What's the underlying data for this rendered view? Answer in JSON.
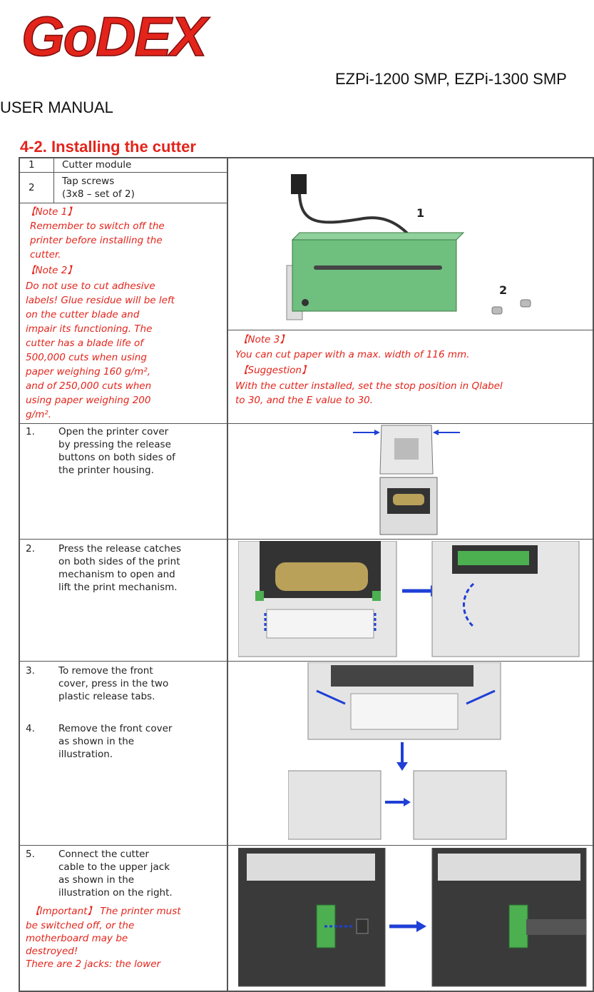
{
  "header": {
    "brand": "GoDEX",
    "model": "EZPi-1200 SMP, EZPi-1300 SMP",
    "doc_type": "USER MANUAL"
  },
  "section": {
    "title": "4-2. Installing the cutter"
  },
  "parts": [
    {
      "num": "1",
      "label": "Cutter module"
    },
    {
      "num": "2",
      "label": "Tap screws",
      "label2": "(3x8 – set of 2)"
    }
  ],
  "notes": {
    "note1_head": "【Note 1】",
    "note1_lines": [
      "Remember to switch off the",
      "printer before installing the",
      "cutter."
    ],
    "note2_head": "【Note 2】",
    "note2_lines": [
      "Do not use to cut adhesive",
      "labels! Glue residue will be left",
      "on the cutter blade and",
      "impair its functioning. The",
      "cutter has a blade life of",
      "500,000 cuts when using",
      "paper weighing 160 g/m²,",
      "and of 250,000 cuts when",
      "using paper weighing 200",
      "g/m²."
    ],
    "note3_head": "【Note 3】",
    "note3_text": "You can cut paper with a max. width of 116 mm.",
    "suggestion_head": "【Suggestion】",
    "suggestion_lines": [
      "With the cutter installed, set the stop position in Qlabel",
      "to 30, and the E value to 30."
    ]
  },
  "figure_labels": {
    "cutter": "1",
    "screws": "2"
  },
  "steps": [
    {
      "num": "1.",
      "lines": [
        "Open the printer cover",
        "by pressing the release",
        "buttons on both sides of",
        "the printer housing."
      ]
    },
    {
      "num": "2.",
      "lines": [
        "Press the release catches",
        "on both sides of the print",
        "mechanism to open and",
        "lift the print mechanism."
      ]
    },
    {
      "num": "3.",
      "lines": [
        "To remove the front",
        "cover, press in the two",
        "plastic release tabs."
      ]
    },
    {
      "num": "4.",
      "lines": [
        "Remove the front cover",
        "as shown in the",
        "illustration."
      ]
    },
    {
      "num": "5.",
      "lines": [
        "Connect the cutter",
        "cable to the upper jack",
        "as shown in the",
        "illustration on the right."
      ]
    }
  ],
  "important": {
    "head": "【Important】",
    "lines": [
      "The printer must",
      "be switched off, or the",
      "motherboard may be",
      "destroyed!",
      "There are 2 jacks: the lower"
    ]
  },
  "colors": {
    "brand_red": "#e3241b",
    "note_red": "#e3241b",
    "arrow_blue": "#1f3fd6",
    "cutter_green": "#6fbf7f"
  }
}
